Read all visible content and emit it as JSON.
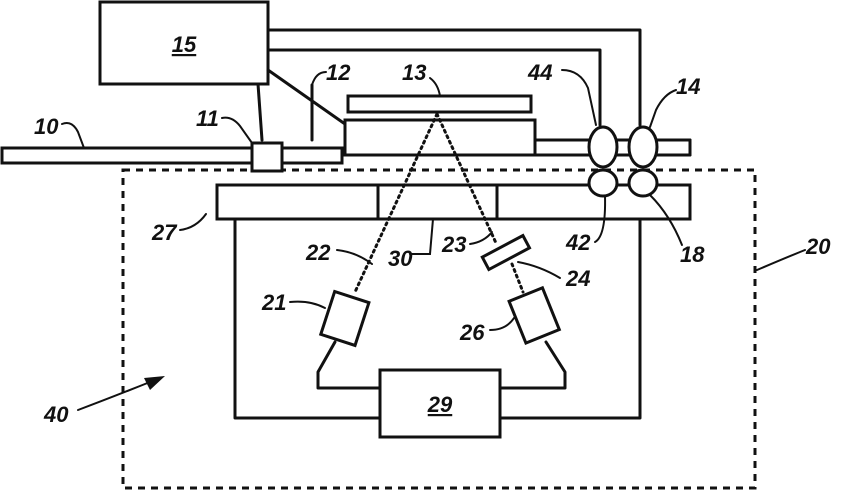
{
  "labels": {
    "l10": "10",
    "l11": "11",
    "l12": "12",
    "l13": "13",
    "l14": "14",
    "l15": "15",
    "l18": "18",
    "l20": "20",
    "l21": "21",
    "l22": "22",
    "l23": "23",
    "l24": "24",
    "l26": "26",
    "l27": "27",
    "l29": "29",
    "l30": "30",
    "l40": "40",
    "l42": "42",
    "l44": "44"
  }
}
